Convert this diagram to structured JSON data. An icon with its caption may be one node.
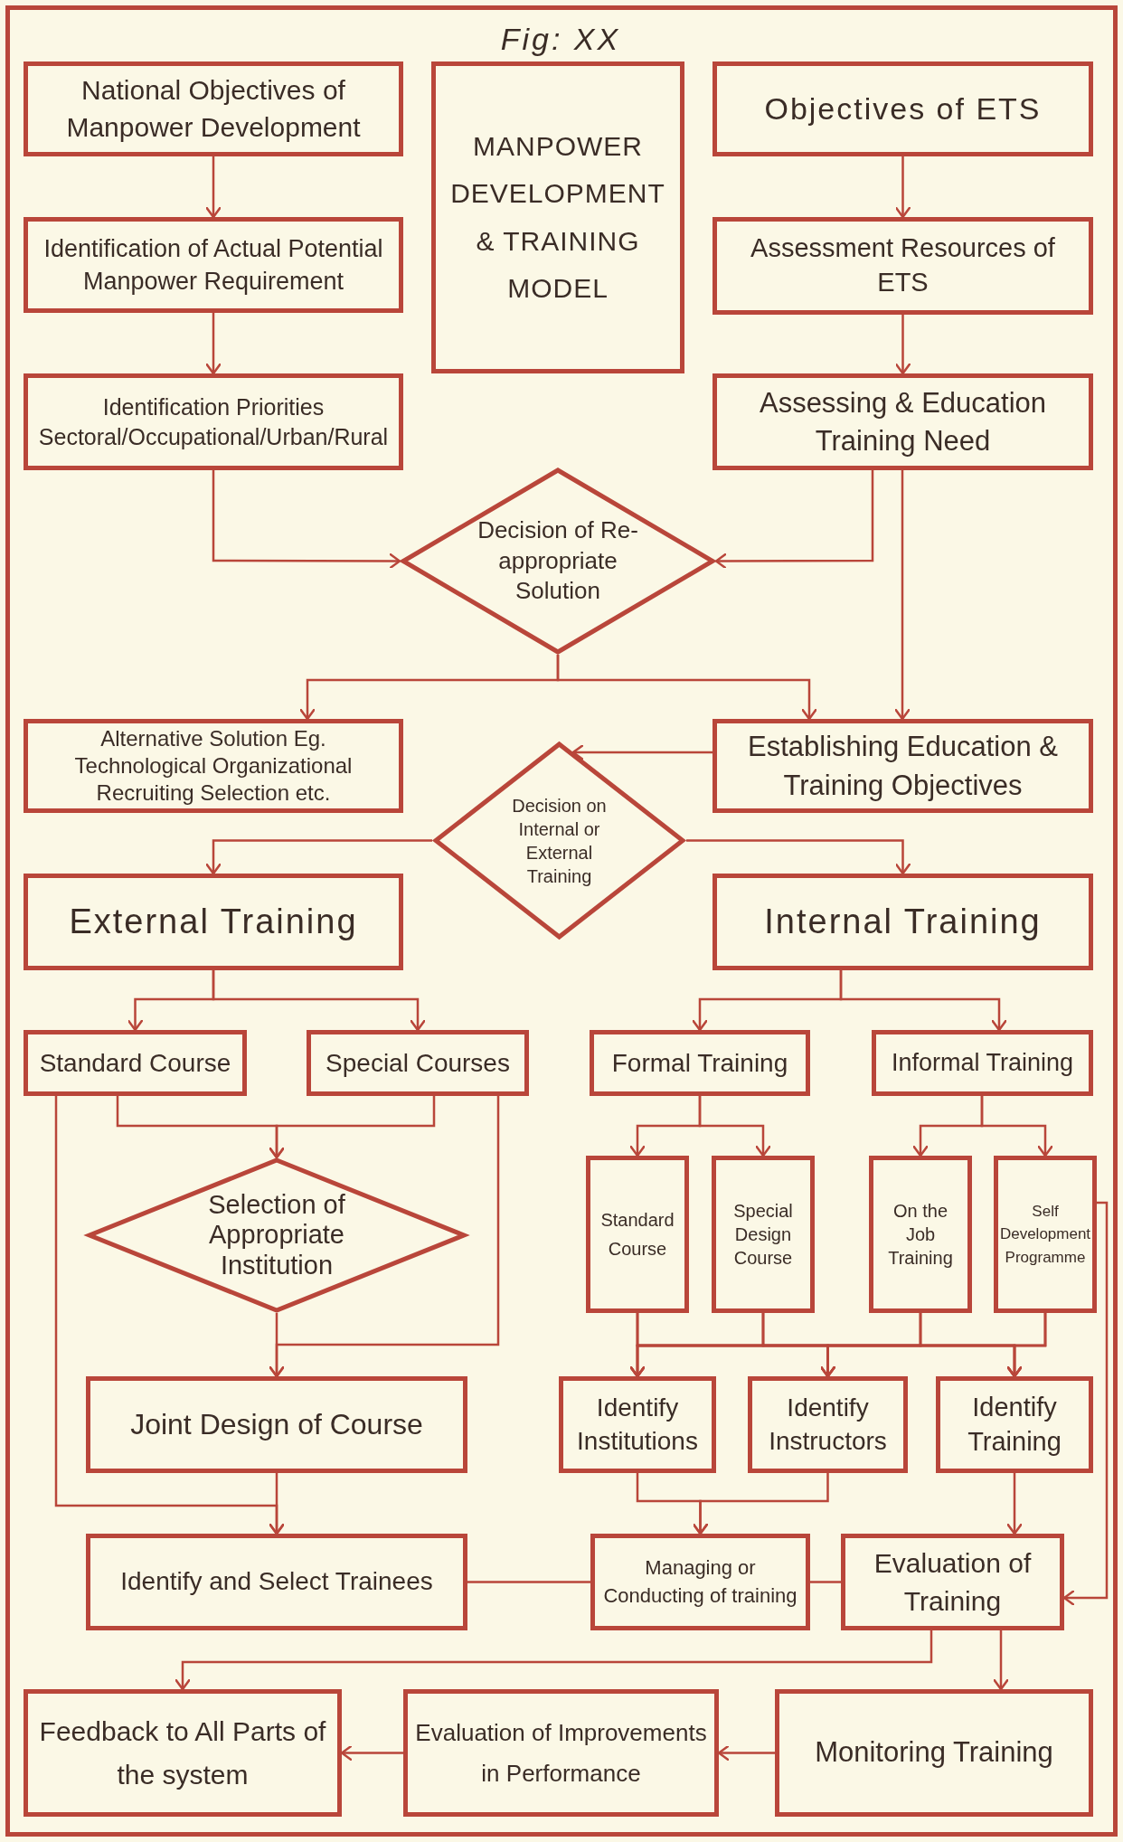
{
  "diagram": {
    "nodes": [
      {
        "text": [
          "National Objectives of Manpower Development"
        ]
      },
      {
        "text": [
          "MANPOWER DEVELOPMENT & TRAINING MODEL"
        ]
      },
      {
        "text": [
          "Objectives of ETS"
        ]
      },
      {
        "text": [
          "Identification of Actual Potential Manpower Requirement"
        ]
      },
      {
        "text": [
          "Assessment Resources of ETS"
        ]
      },
      {
        "text": [
          "Identification Priorities Sectoral/Occupational/Urban/Rural"
        ]
      },
      {
        "text": [
          "Assessing & Education Training Need"
        ]
      },
      {
        "text": [
          "Decision of Re-appropriate Solution"
        ]
      },
      {
        "text": [
          "Alternative Solution Eg. Technological Organizational Recruiting Selection etc."
        ]
      },
      {
        "text": [
          "Establishing Education & Training Objectives"
        ]
      },
      {
        "text": [
          "Decision on Internal or External Training"
        ]
      },
      {
        "text": [
          "External Training"
        ]
      },
      {
        "text": [
          "Internal Training"
        ]
      },
      {
        "text": [
          "Standard Course"
        ]
      },
      {
        "text": [
          "Special Courses"
        ]
      },
      {
        "text": [
          "Formal Training"
        ]
      },
      {
        "text": [
          "Informal Training"
        ]
      },
      {
        "text": [
          "Selection of Appropriate Institution"
        ]
      },
      {
        "text": [
          "Standard Course"
        ]
      },
      {
        "text": [
          "Special Design Course"
        ]
      },
      {
        "text": [
          "On the Job Training"
        ]
      },
      {
        "text": [
          "Self Development Programme"
        ]
      },
      {
        "text": [
          "Joint Design of Course"
        ]
      },
      {
        "text": [
          "Identify Institutions"
        ]
      },
      {
        "text": [
          "Identify Instructors"
        ]
      },
      {
        "text": [
          "Identify Training"
        ]
      },
      {
        "text": [
          "Identify and Select Trainees"
        ]
      },
      {
        "text": [
          "Managing or Conducting of training"
        ]
      },
      {
        "text": [
          "Evaluation of Training"
        ]
      },
      {
        "text": [
          "Feedback to All Parts of the system"
        ]
      },
      {
        "text": [
          "Evaluation of Improvements in Performance"
        ]
      },
      {
        "text": [
          "Monitoring Training"
        ]
      }
    ],
    "edges": [
      {
        "from": 0,
        "to": 3,
        "arrow": "to"
      },
      {
        "from": 3,
        "to": 5,
        "arrow": "to"
      },
      {
        "from": 2,
        "to": 4,
        "arrow": "to"
      },
      {
        "from": 4,
        "to": 6,
        "arrow": "to"
      },
      {
        "from": 5,
        "to": 7,
        "arrow": "to"
      },
      {
        "from": 6,
        "to": 7,
        "arrow": "to"
      },
      {
        "from": 6,
        "to": 9,
        "arrow": "to"
      },
      {
        "from": 7,
        "to": 8,
        "arrow": "to"
      },
      {
        "from": 7,
        "to": 9,
        "arrow": "to"
      },
      {
        "from": 9,
        "to": 10,
        "arrow": "to"
      },
      {
        "from": 10,
        "to": 11,
        "arrow": "to"
      },
      {
        "from": 10,
        "to": 12,
        "arrow": "to"
      },
      {
        "from": 11,
        "to": 13,
        "arrow": "to"
      },
      {
        "from": 11,
        "to": 14,
        "arrow": "to"
      },
      {
        "from": 12,
        "to": 15,
        "arrow": "to"
      },
      {
        "from": 12,
        "to": 16,
        "arrow": "to"
      },
      {
        "from": 13,
        "to": 17,
        "arrow": "to"
      },
      {
        "from": 14,
        "to": 17,
        "arrow": "to"
      },
      {
        "from": 13,
        "to": 26,
        "arrow": "to"
      },
      {
        "from": 14,
        "to": 22,
        "arrow": "to"
      },
      {
        "from": 17,
        "to": 22,
        "arrow": "to"
      },
      {
        "from": 22,
        "to": 26,
        "arrow": "to"
      },
      {
        "from": 15,
        "to": 18,
        "arrow": "to"
      },
      {
        "from": 15,
        "to": 19,
        "arrow": "to"
      },
      {
        "from": 16,
        "to": 20,
        "arrow": "to"
      },
      {
        "from": 16,
        "to": 21,
        "arrow": "to"
      },
      {
        "from": 18,
        "to": 23,
        "arrow": "to"
      },
      {
        "from": 18,
        "to": 24,
        "arrow": "to"
      },
      {
        "from": 18,
        "to": 25,
        "arrow": "to"
      },
      {
        "from": 19,
        "to": 23,
        "arrow": "to"
      },
      {
        "from": 19,
        "to": 24,
        "arrow": "to"
      },
      {
        "from": 19,
        "to": 25,
        "arrow": "to"
      },
      {
        "from": 20,
        "to": 23,
        "arrow": "to"
      },
      {
        "from": 20,
        "to": 24,
        "arrow": "to"
      },
      {
        "from": 20,
        "to": 25,
        "arrow": "to"
      },
      {
        "from": 21,
        "to": 23,
        "arrow": "to"
      },
      {
        "from": 21,
        "to": 24,
        "arrow": "to"
      },
      {
        "from": 21,
        "to": 25,
        "arrow": "to"
      },
      {
        "from": 23,
        "to": 27,
        "arrow": "to"
      },
      {
        "from": 24,
        "to": 27,
        "arrow": "to"
      },
      {
        "from": 25,
        "to": 28,
        "arrow": "to"
      },
      {
        "from": 21,
        "to": 28,
        "arrow": "to"
      },
      {
        "from": 26,
        "to": 27,
        "arrow": "none"
      },
      {
        "from": 27,
        "to": 28,
        "arrow": "none"
      },
      {
        "from": 28,
        "to": 29,
        "arrow": "to"
      },
      {
        "from": 28,
        "to": 31,
        "arrow": "to"
      },
      {
        "from": 31,
        "to": 30,
        "arrow": "to"
      },
      {
        "from": 30,
        "to": 29,
        "arrow": "to"
      }
    ],
    "labels": [
      "Fig: XX"
    ]
  }
}
